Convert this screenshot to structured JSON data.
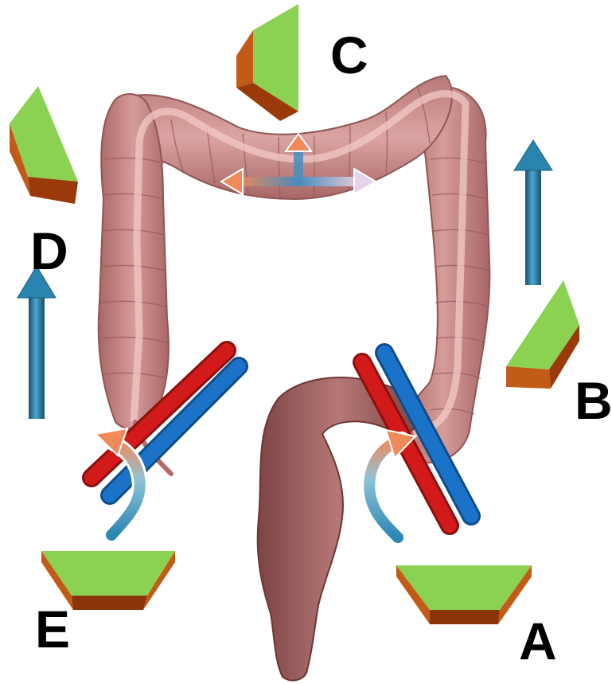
{
  "labels": {
    "a": "A",
    "b": "B",
    "c": "C",
    "d": "D",
    "e": "E"
  },
  "colors": {
    "colon": "#c98b8b",
    "colon_dark": "#a86766",
    "rectum": "#9c5d5d",
    "artery": "#d21a1a",
    "vein": "#1b73c9",
    "arrow_blue": "#1f6f96",
    "wedge_top": "#8bd152",
    "wedge_side": "#b0480f"
  },
  "icons": {
    "up_arrow": "up-arrow-icon",
    "curved_arrow": "curved-arrow-icon",
    "triple_arrow": "triple-direction-arrow-icon"
  }
}
